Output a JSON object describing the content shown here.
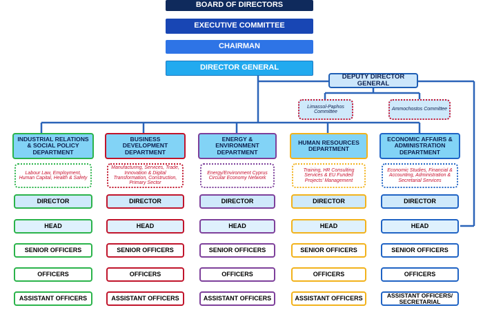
{
  "top": {
    "board": "BOARD OF DIRECTORS",
    "executive": "EXECUTIVE COMMITTEE",
    "chairman": "CHAIRMAN",
    "director_general": "DIRECTOR GENERAL",
    "deputy_director_general": "DEPUTY DIRECTOR GENERAL",
    "colors": {
      "board": "#0f2a5c",
      "executive": "#1846b4",
      "chairman": "#2e74e6",
      "director_general": "#22aaef"
    }
  },
  "committees": [
    "Limassol-Paphos Committee",
    "Ammochostos Committee"
  ],
  "departments": [
    {
      "name": "INDUSTRIAL RELATIONS & SOCIAL POLICY DEPARTMENT",
      "description": "Labour Law, Employment, Human Capital, Health & Safety",
      "color": "#2ab34a",
      "light": "#d5efdb"
    },
    {
      "name": "BUSINESS DEVELOPMENT DEPARTMENT",
      "description": "Manufacturing, Services, Trade, Innovation & Digital Transformation, Construction, Primary Sector",
      "color": "#c0142b",
      "light": "#f4cfd4"
    },
    {
      "name": "ENERGY & ENVIRONMENT DEPARTMENT",
      "description": "Energy/Environment Cyprus Circular Economy Network",
      "color": "#7d3f9a",
      "light": "#e2d3ec"
    },
    {
      "name": "HUMAN RESOURCES DEPARTMENT",
      "description": "Training, HR Consulting Services & EU Funded Projects' Management",
      "color": "#f2b21b",
      "light": "#fcecc3"
    },
    {
      "name": "ECONOMIC AFFAIRS & ADMINISTRATION DEPARTMENT",
      "description": "Economic Studies, Financial & Accounting, Administration & Secretarial Services",
      "color": "#1f63c4",
      "light": "#cfe2f8"
    }
  ],
  "roles": [
    "DIRECTOR",
    "HEAD",
    "SENIOR OFFICERS",
    "OFFICERS",
    "ASSISTANT OFFICERS"
  ],
  "last_role_alt": "ASSISTANT OFFICERS/ SECRETARIAL"
}
